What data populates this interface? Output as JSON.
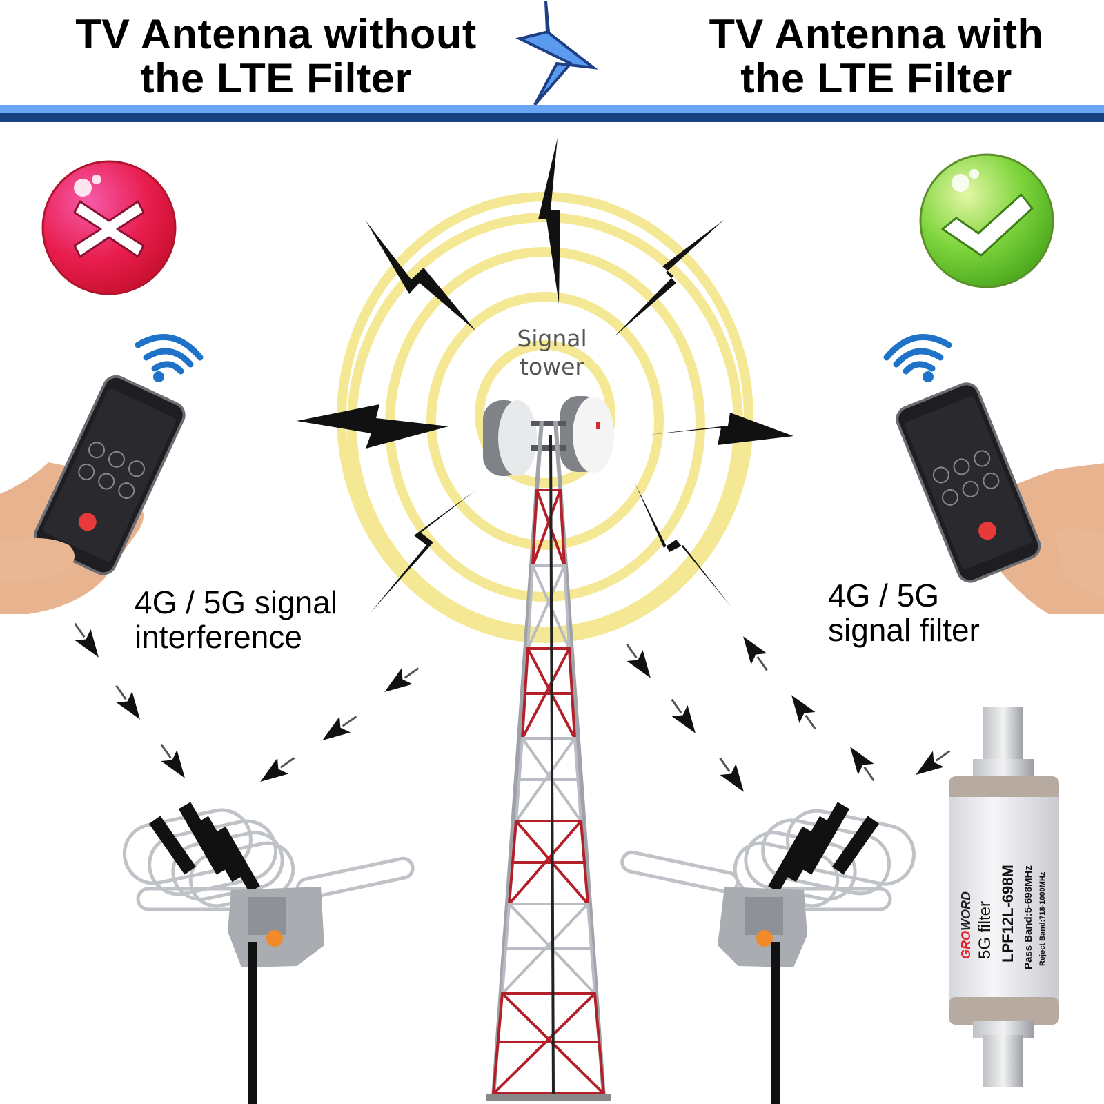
{
  "header": {
    "left_title_line1": "TV Antenna without",
    "left_title_line2": "the LTE Filter",
    "right_title_line1": "TV Antenna with",
    "right_title_line2": "the LTE Filter",
    "divider_icon": "lightning-bolt-arrow-icon",
    "band_colors": {
      "light": "#6aa5f5",
      "dark": "#17427f"
    }
  },
  "left_panel": {
    "status_icon": "red-x-icon",
    "status_color": "#e8163c",
    "caption_line1": "4G / 5G signal",
    "caption_line2": "interference",
    "phone_icon": "smartphone-icon",
    "wifi_icon": "wifi-signal-icon",
    "antenna_icon": "tv-antenna-icon"
  },
  "center": {
    "tower_label_line1": "Signal",
    "tower_label_line2": "tower",
    "ring_color": "#f4e68a",
    "tower_colors": {
      "red": "#b3202a",
      "white": "#c9cbd0"
    }
  },
  "right_panel": {
    "status_icon": "green-check-icon",
    "status_color": "#5cc62a",
    "caption_line1": "4G / 5G",
    "caption_line2": "signal filter",
    "phone_icon": "smartphone-icon",
    "wifi_icon": "wifi-signal-icon",
    "antenna_icon": "tv-antenna-icon"
  },
  "filter_device": {
    "brand_red": "GRO",
    "brand_dark": "WORD",
    "product": "5G filter",
    "model": "LPF12L-698M",
    "pass_band": "Pass Band:5-698MHz",
    "reject_band": "Reject Band:718-1000MHz"
  }
}
